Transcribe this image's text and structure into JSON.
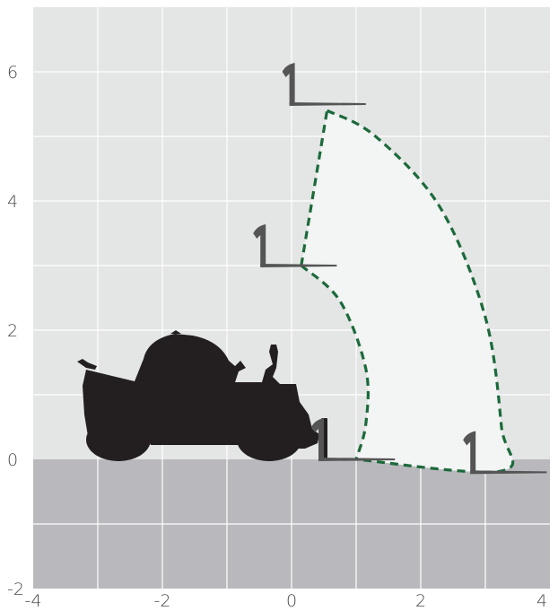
{
  "chart_data": {
    "type": "scatter",
    "xlim": [
      -4,
      4
    ],
    "ylim": [
      -2,
      7
    ],
    "x_ticks": [
      "-4",
      "-2",
      "0",
      "2",
      "4"
    ],
    "y_ticks": [
      "-2",
      "0",
      "2",
      "4",
      "6"
    ],
    "grid": true,
    "ground_level": 0,
    "colors": {
      "above_ground": "#e4e5e5",
      "below_ground": "#b9b9bd",
      "gridline": "#ffffff",
      "reach_envelope_fill": "#f3f4f4",
      "reach_envelope_outline": "#1b6a3a",
      "machine": "#231f20",
      "forks": "#555555"
    },
    "series": [
      {
        "points": [
          [
            0.55,
            5.4
          ],
          [
            1.3,
            5.0
          ],
          [
            2.3,
            3.9
          ],
          [
            3.0,
            2.2
          ],
          [
            3.25,
            0.5
          ],
          [
            3.25,
            -0.18
          ],
          [
            1.0,
            0.0
          ]
        ]
      },
      {
        "points": [
          [
            0.15,
            3.0
          ],
          [
            0.75,
            2.45
          ],
          [
            1.15,
            1.4
          ],
          [
            1.15,
            0.55
          ],
          [
            1.0,
            0.0
          ]
        ]
      },
      {
        "points": [
          [
            0.15,
            3.0
          ],
          [
            0.55,
            5.4
          ]
        ]
      }
    ],
    "forks": [
      {
        "x": 0.05,
        "y": 5.5,
        "length": 1.1
      },
      {
        "x": -0.4,
        "y": 3.0,
        "length": 1.1
      },
      {
        "x": 2.85,
        "y": -0.2,
        "length": 1.1
      },
      {
        "x": 0.5,
        "y": 0.0,
        "length": 1.1
      }
    ]
  }
}
